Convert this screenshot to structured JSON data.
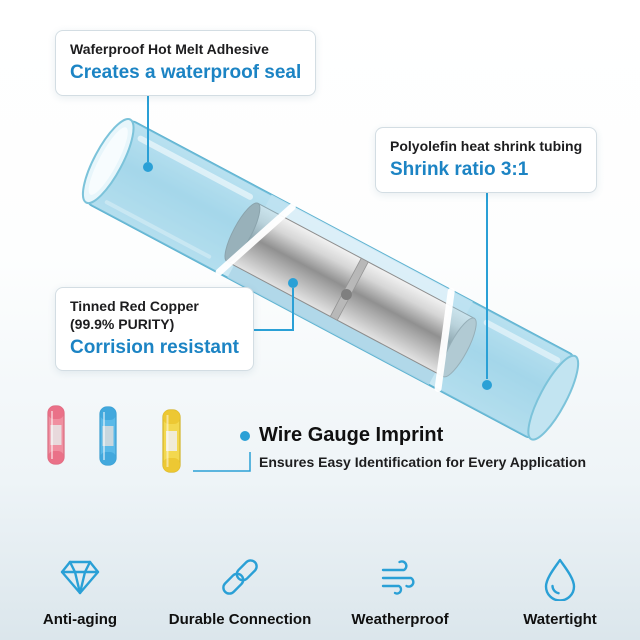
{
  "callouts": {
    "adhesive": {
      "title": "Waferproof Hot Melt Adhesive",
      "highlight": "Creates a waterproof seal"
    },
    "tubing": {
      "title": "Polyolefin heat shrink tubing",
      "highlight": "Shrink ratio 3:1"
    },
    "copper": {
      "title_line1": "Tinned Red Copper",
      "title_line2": "(99.9% PURITY)",
      "highlight": "Corrision resistant"
    }
  },
  "wire_gauge": {
    "title": "Wire Gauge Imprint",
    "subtitle": "Ensures Easy Identification for Every Application"
  },
  "features": [
    {
      "icon": "diamond-icon",
      "label": "Anti-aging"
    },
    {
      "icon": "chain-link-icon",
      "label": "Durable Connection"
    },
    {
      "icon": "wind-icon",
      "label": "Weatherproof"
    },
    {
      "icon": "water-drop-icon",
      "label": "Watertight"
    }
  ],
  "colors": {
    "accent_blue": "#1c84c4",
    "icon_blue": "#2aa0d6",
    "tube_blue": "#a5d6ea",
    "connector_red": "#f08fa0",
    "connector_blue": "#5ab9e8",
    "connector_yellow": "#f3d84f"
  }
}
